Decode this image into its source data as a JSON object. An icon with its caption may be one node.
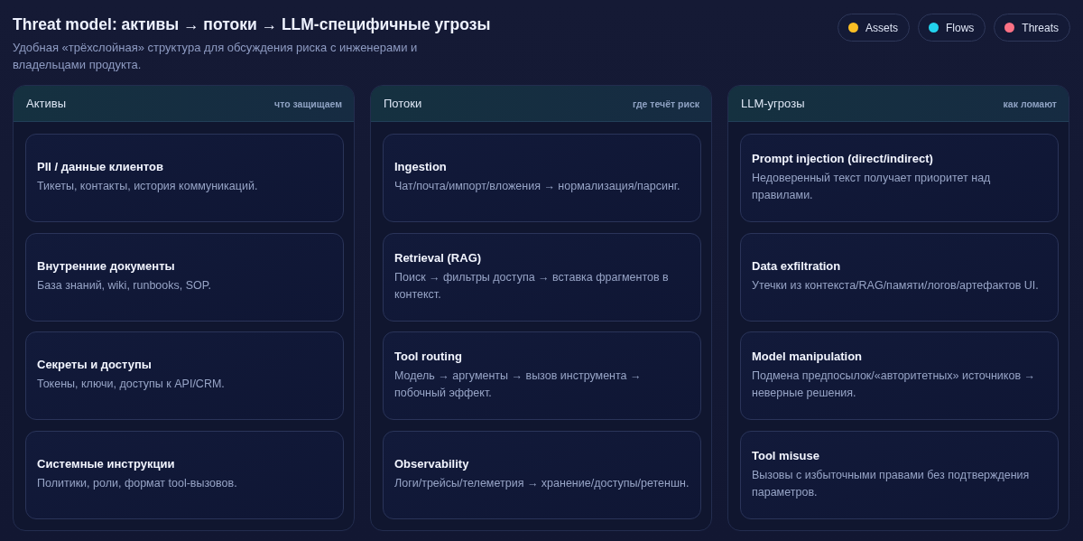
{
  "diagram": {
    "title": "Threat model: активы → потоки → LLM-специфичные угрозы",
    "nodes": [
      {
        "text": [
          "Активы",
          "что защищаем"
        ]
      },
      {
        "text": [
          "PII / данные клиентов",
          "Тикеты, контакты, история коммуникаций."
        ],
        "in": 0
      },
      {
        "text": [
          "Внутренние документы",
          "База знаний, wiki, runbooks, SOP."
        ],
        "in": 0
      },
      {
        "text": [
          "Секреты и доступы",
          "Токены, ключи, доступы к API/CRM."
        ],
        "in": 0
      },
      {
        "text": [
          "Системные инструкции",
          "Политики, роли, формат tool-вызовов."
        ],
        "in": 0
      },
      {
        "text": [
          "Потоки",
          "где течёт риск"
        ]
      },
      {
        "text": [
          "Ingestion",
          "Чат/почта/импорт/вложения → нормализация/парсинг."
        ],
        "in": 5
      },
      {
        "text": [
          "Retrieval (RAG)",
          "Поиск → фильтры доступа → вставка фрагментов в контекст."
        ],
        "in": 5
      },
      {
        "text": [
          "Tool routing",
          "Модель → аргументы → вызов инструмента → побочный эффект."
        ],
        "in": 5
      },
      {
        "text": [
          "Observability",
          "Логи/трейсы/телеметрия → хранение/доступы/ретеншн."
        ],
        "in": 5
      },
      {
        "text": [
          "LLM-угрозы",
          "как ломают"
        ]
      },
      {
        "text": [
          "Prompt injection (direct/indirect)",
          "Недоверенный текст получает приоритет над правилами."
        ],
        "in": 10
      },
      {
        "text": [
          "Data exfiltration",
          "Утечки из контекста/RAG/памяти/логов/артефактов UI."
        ],
        "in": 10
      },
      {
        "text": [
          "Model manipulation",
          "Подмена предпосылок/«авторитетных» источников → неверные решения."
        ],
        "in": 10
      },
      {
        "text": [
          "Tool misuse",
          "Вызовы с избыточными правами без подтверждения параметров."
        ],
        "in": 10
      }
    ],
    "labels": [
      "Удобная «трёхслойная» структура для обсуждения риска с инженерами и владельцами продукта."
    ],
    "legend": [
      {
        "text": "Assets",
        "color": "#fbbf24"
      },
      {
        "text": "Flows",
        "color": "#22d3ee"
      },
      {
        "text": "Threats",
        "color": "#fb7185"
      }
    ]
  }
}
